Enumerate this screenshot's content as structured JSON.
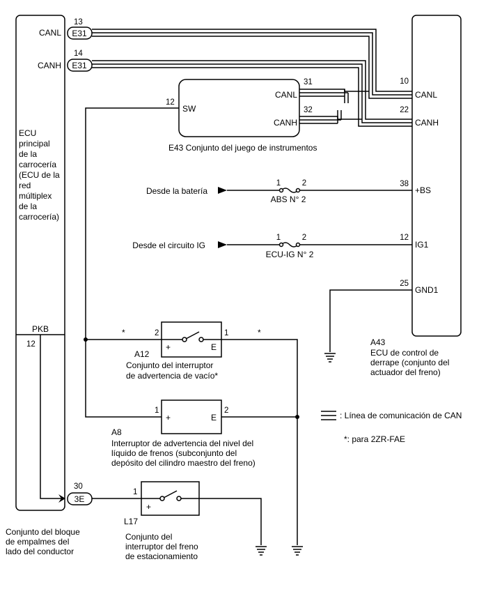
{
  "ecu_body": {
    "label_lines": [
      "ECU",
      "principal",
      "de la",
      "carrocería",
      "(ECU de la",
      "red",
      "múltiplex",
      "de la",
      "carrocería)"
    ],
    "pins": {
      "canl": "CANL",
      "canh": "CANH",
      "pkb": "PKB"
    },
    "pin_numbers": {
      "canl": "13",
      "canh": "14",
      "pkb": "12"
    },
    "connectors": {
      "canl": "E31",
      "canh": "E31"
    }
  },
  "junction_block": {
    "connector": "3E",
    "pin": "30",
    "label_lines": [
      "Conjunto del bloque",
      "de empalmes del",
      "lado del conductor"
    ]
  },
  "instrument": {
    "pins": {
      "sw": "SW",
      "canl": "CANL",
      "canh": "CANH"
    },
    "pin_numbers": {
      "sw": "12",
      "canl": "31",
      "canh": "32"
    },
    "label": "E43 Conjunto del juego de instrumentos"
  },
  "skid_ecu": {
    "pins": {
      "canl": "CANL",
      "canh": "CANH",
      "bs": "+BS",
      "ig1": "IG1",
      "gnd1": "GND1"
    },
    "pin_numbers": {
      "canl": "10",
      "canh": "22",
      "bs": "38",
      "ig1": "12",
      "gnd1": "25"
    },
    "code": "A43",
    "label_lines": [
      "ECU de control de",
      "derrape (conjunto del",
      "actuador del freno)"
    ]
  },
  "battery": {
    "source": "Desde la batería",
    "fuse": "ABS N° 2",
    "pin_in": "1",
    "pin_out": "2"
  },
  "ig_circuit": {
    "source": "Desde el circuito IG",
    "fuse": "ECU-IG N° 2",
    "pin_in": "1",
    "pin_out": "2"
  },
  "a12": {
    "code": "A12",
    "label_lines": [
      "Conjunto del interruptor",
      "de advertencia de vacío*"
    ],
    "pin_left": "2",
    "pin_right": "1",
    "plus": "+",
    "e": "E",
    "star_left": "*",
    "star_right": "*"
  },
  "a8": {
    "code": "A8",
    "label_lines": [
      "Interruptor de advertencia del nivel del",
      "líquido de frenos (subconjunto del",
      "depósito del cilindro maestro del freno)"
    ],
    "pin_left": "1",
    "pin_right": "2",
    "plus": "+",
    "e": "E"
  },
  "l17": {
    "code": "L17",
    "label_lines": [
      "Conjunto del",
      "interruptor del freno",
      "de estacionamiento"
    ],
    "pin": "1",
    "plus": "+"
  },
  "legend": {
    "can_line": ": Línea de comunicación de CAN",
    "note": "*: para 2ZR-FAE"
  }
}
